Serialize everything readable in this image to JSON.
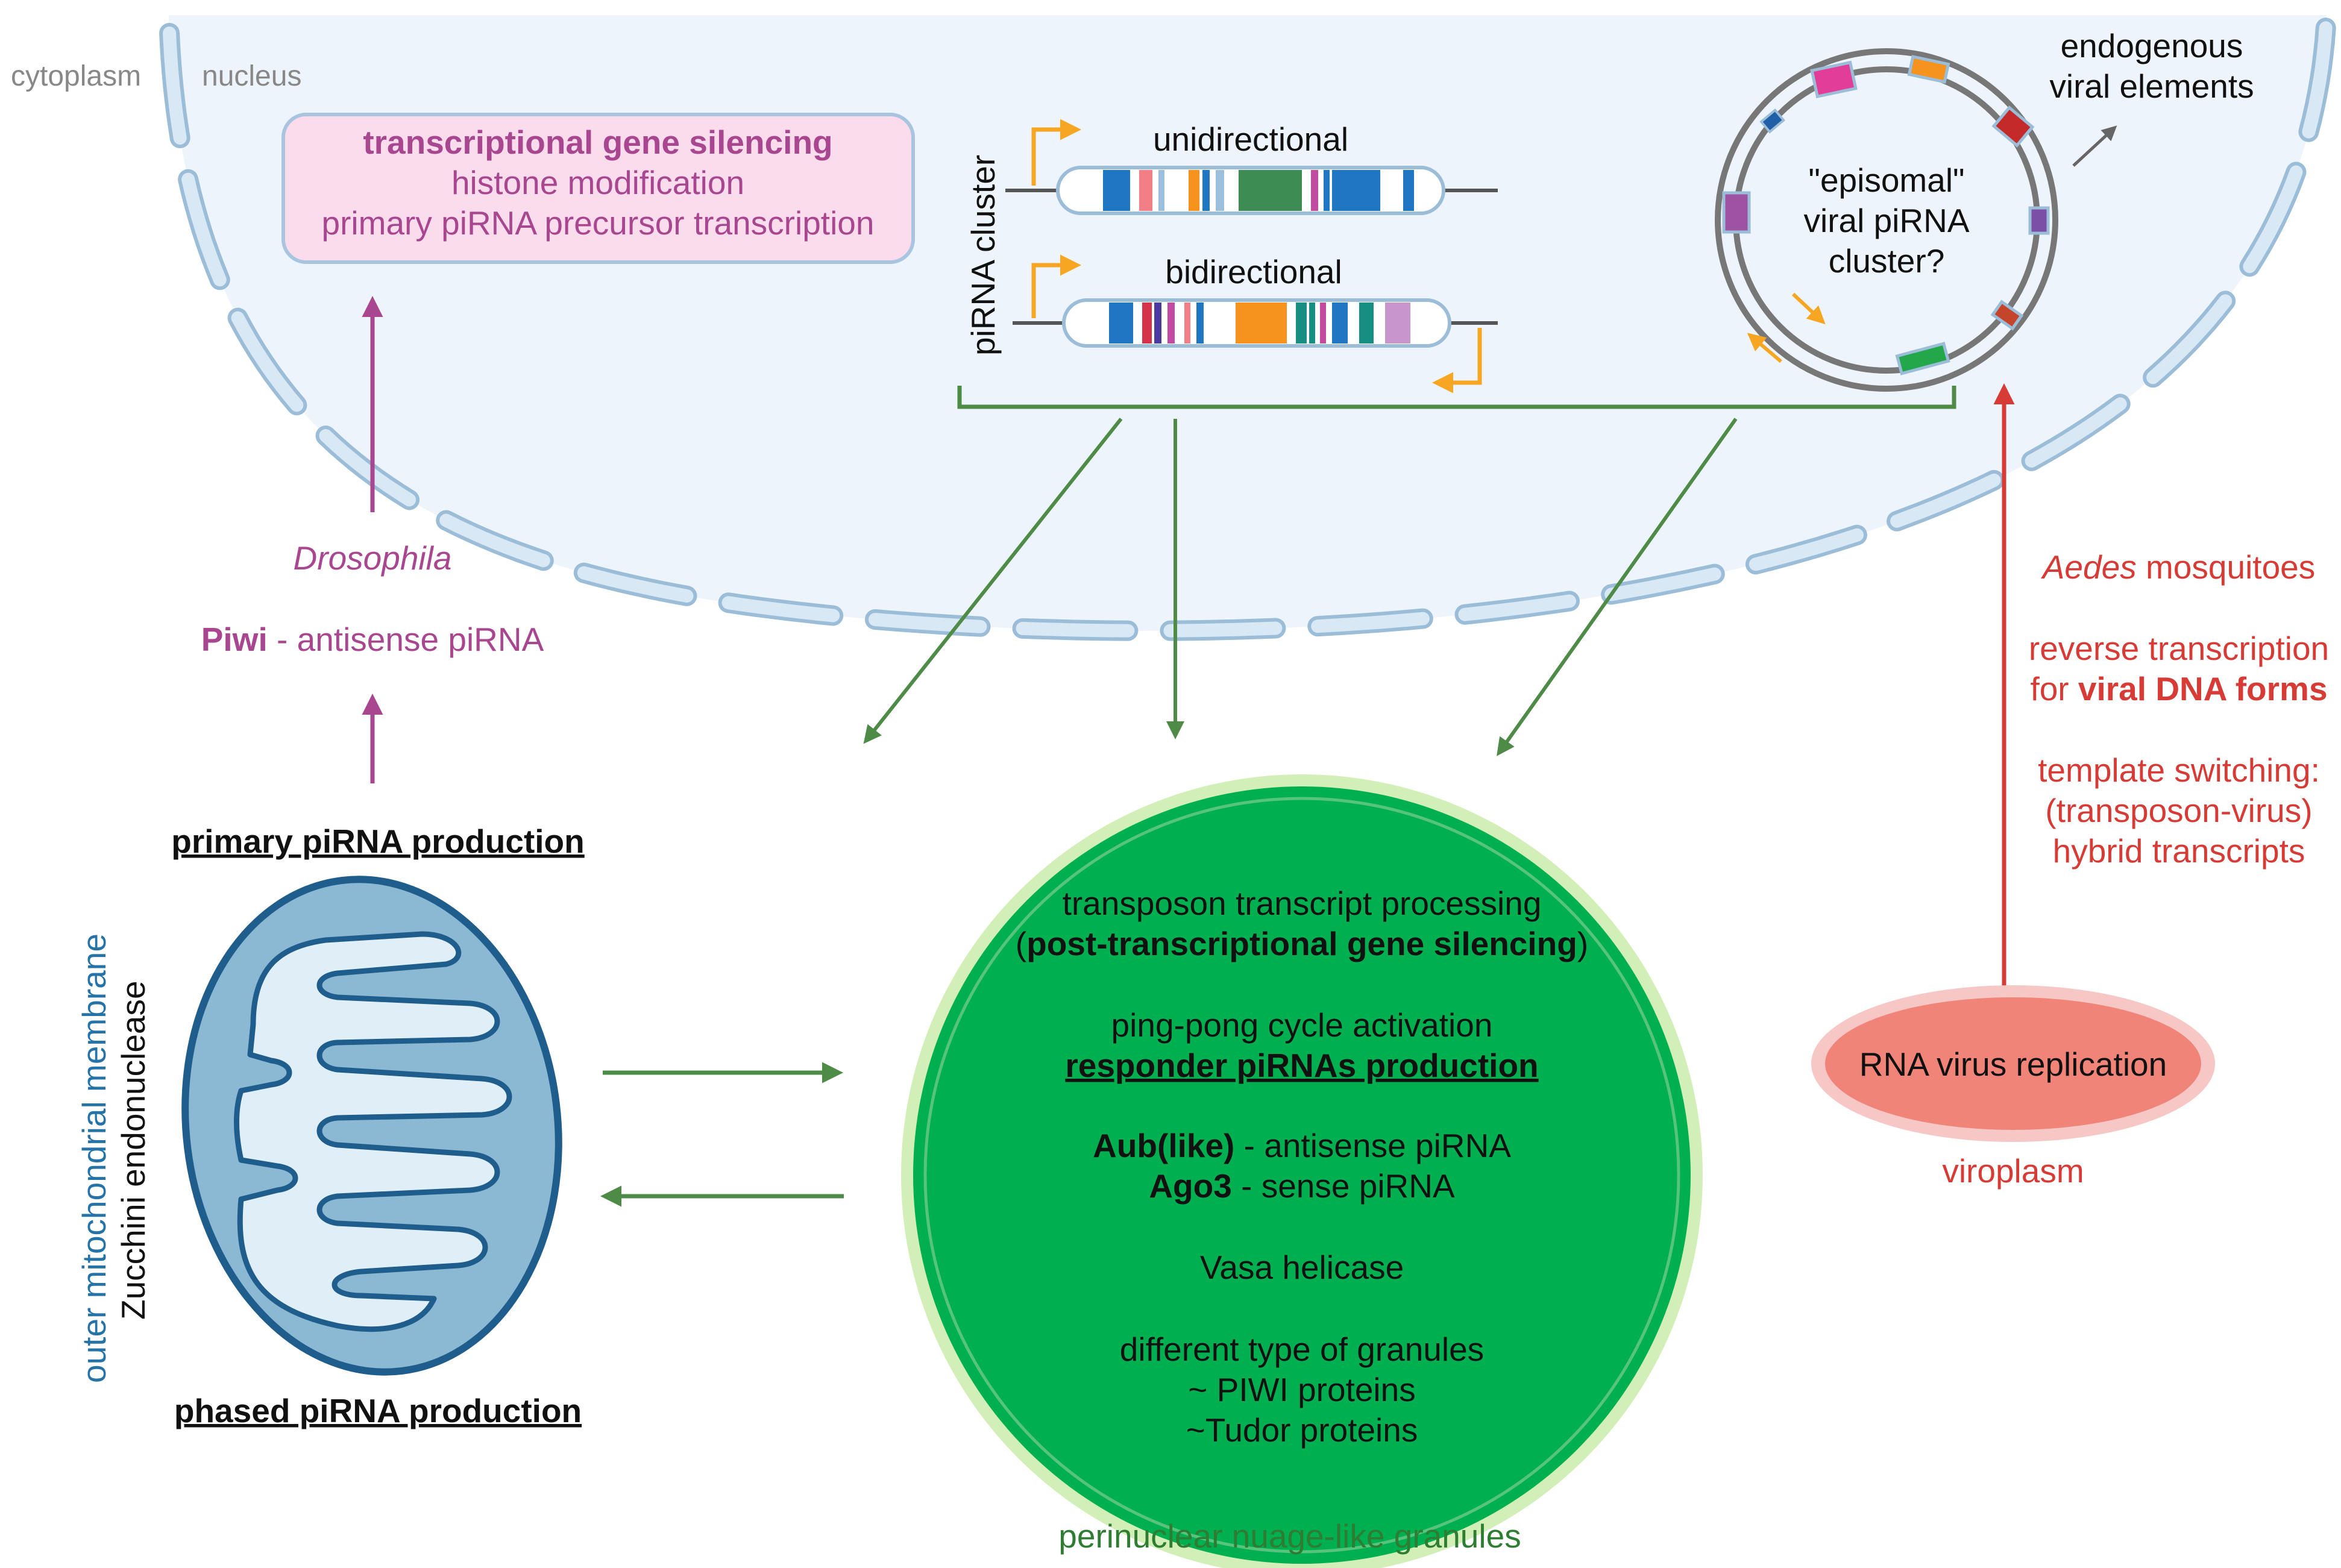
{
  "labels": {
    "cytoplasm": "cytoplasm",
    "nucleus": "nucleus",
    "tgs_title": "transcriptional gene silencing",
    "tgs_line2": "histone modification",
    "tgs_line3": "primary piRNA precursor transcription",
    "pirna_cluster": "piRNA cluster",
    "unidirectional": "unidirectional",
    "bidirectional": "bidirectional",
    "episomal_1": "\"episomal\"",
    "episomal_2": "viral piRNA",
    "episomal_3": "cluster?",
    "endogenous_1": "endogenous",
    "endogenous_2": "viral elements",
    "drosophila": "Drosophila",
    "piwi_bold": "Piwi",
    "piwi_rest": " - antisense piRNA",
    "primary_production": "primary piRNA production",
    "phased_production": "phased piRNA production",
    "outer_membrane": "outer mitochondrial membrane",
    "zucchini": "Zucchini endonuclease",
    "granule_l1": "transposon transcript processing",
    "granule_l2_open": "(",
    "granule_l2_bold": "post-transcriptional gene silencing",
    "granule_l2_close": ")",
    "granule_l3": "ping-pong cycle activation",
    "granule_l4": "responder piRNAs production",
    "aub_bold": "Aub(like)",
    "aub_rest": " - antisense piRNA",
    "ago3_bold": "Ago3",
    "ago3_rest": " - sense piRNA",
    "vasa": "Vasa helicase",
    "granules_l1": "different type of granules",
    "granules_l2": "~ PIWI proteins",
    "granules_l3": "~Tudor proteins",
    "perinuclear": "perinuclear nuage-like granules",
    "aedes_italic": "Aedes",
    "aedes_rest": " mosquitoes",
    "rt_l1": "reverse transcription",
    "rt_l2_pre": "for ",
    "rt_l2_bold": "viral DNA forms",
    "ts_l1": "template switching:",
    "ts_l2": "(transposon-virus)",
    "ts_l3": "hybrid transcripts",
    "rna_virus": "RNA virus replication",
    "viroplasm": "viroplasm"
  },
  "colors": {
    "piwi_magenta": "#a8468f",
    "tgs_fill": "#fadcec",
    "tgs_border": "#a9c4df",
    "arrow_green": "#4d8b46",
    "granule_dark": "#00b050",
    "granule_halo": "#d3efb8",
    "virus_red": "#d73b35",
    "virus_fill": "#f08478",
    "virus_halo": "#f7c7c6",
    "mito_outer": "#1f5d8c",
    "mito_fill": "#8bb8d3",
    "mito_inner": "#e0eef7",
    "label_blue": "#2673a8",
    "nucleus_fill": "#eef4fb",
    "membrane_fill": "#d8e8f5",
    "membrane_stroke": "#9bbdd8",
    "promoter_orange": "#f6a623"
  },
  "icons": {
    "cluster_bar_uni": "unidirectional-cluster-glyph",
    "cluster_bar_bi": "bidirectional-cluster-glyph",
    "plasmid": "episomal-ring-glyph",
    "mitochondrion": "mitochondrion-icon"
  }
}
